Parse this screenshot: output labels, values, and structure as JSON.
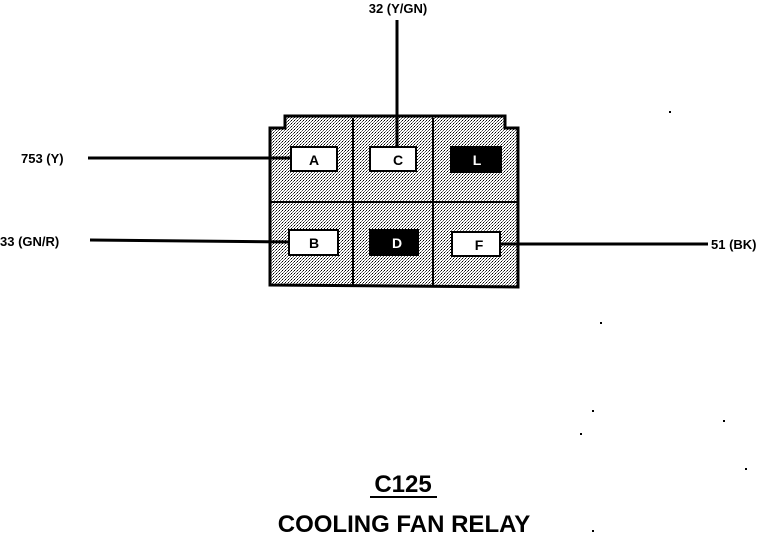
{
  "connector": {
    "id": "C125",
    "name": "COOLING FAN RELAY",
    "pins": [
      {
        "pin": "A",
        "state": "used"
      },
      {
        "pin": "C",
        "state": "used"
      },
      {
        "pin": "L",
        "state": "blocked"
      },
      {
        "pin": "B",
        "state": "used"
      },
      {
        "pin": "D",
        "state": "blocked"
      },
      {
        "pin": "F",
        "state": "used"
      }
    ],
    "wires": [
      {
        "circuit": "32 (Y/GN)",
        "pin": "C"
      },
      {
        "circuit": "753 (Y)",
        "pin": "A"
      },
      {
        "circuit": "33 (GN/R)",
        "pin": "B"
      },
      {
        "circuit": "51 (BK)",
        "pin": "F"
      }
    ]
  },
  "colors": {
    "line": "#000000",
    "fill": "#c8c8c8",
    "cavity": "#ffffff",
    "blocked": "#000000"
  }
}
